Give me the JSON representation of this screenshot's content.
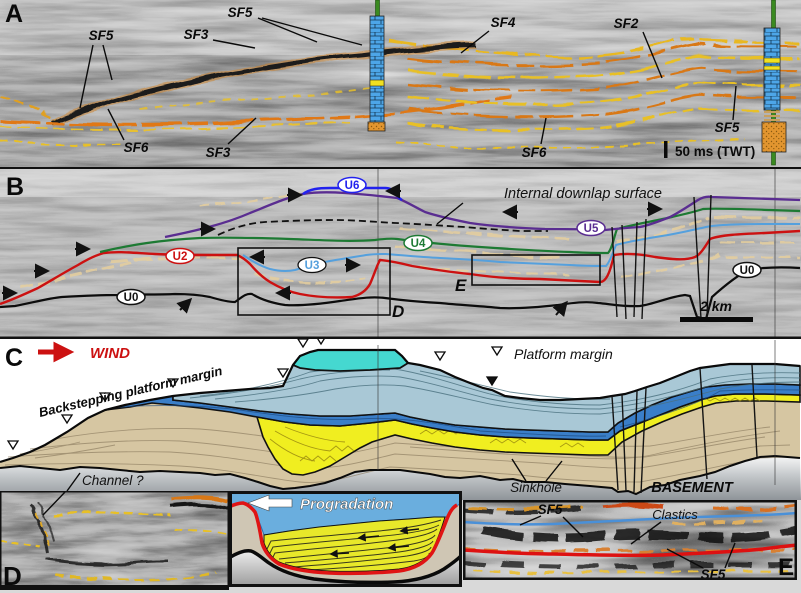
{
  "figure": {
    "panels": {
      "a": {
        "letter": "A",
        "sf": [
          "SF5",
          "SF3",
          "SF5",
          "SF4",
          "SF2",
          "SF6",
          "SF3",
          "SF6",
          "SF5"
        ],
        "scale": "50 ms (TWT)"
      },
      "b": {
        "letter": "B",
        "pills": [
          "U6",
          "U2",
          "U3",
          "U4",
          "U5",
          "U0",
          "U0"
        ],
        "downlap": "Internal downlap surface",
        "box_d": "D",
        "box_e": "E",
        "scale": "2 km"
      },
      "c": {
        "letter": "C",
        "wind": "WIND",
        "backstep": "Backstepping platform margin",
        "legend": "Platform margin",
        "channel": "Channel ?",
        "sinkhole": "Sinkhole",
        "basement": "BASEMENT"
      },
      "d": {
        "letter": "D"
      },
      "inset": {
        "caption": "Progradation"
      },
      "e": {
        "letter": "E",
        "sf_top": "SF5",
        "clastics": "Clastics",
        "sf_bottom": "SF5"
      }
    },
    "colors": {
      "horizon_u0": "#0c0c0c",
      "horizon_u2": "#cc1111",
      "horizon_u3": "#55a0dd",
      "horizon_u4": "#1d7a33",
      "horizon_u5": "#5a2d91",
      "horizon_u6": "#2222ee",
      "seismic_yellow": "#e8c028",
      "seismic_orange": "#d87818",
      "layer_tan": "#d6c6a2",
      "layer_blue": "#3a7ec8",
      "layer_lightblue": "#a9c8d6",
      "layer_cyan": "#45d8d0",
      "layer_yellow": "#f0ee20",
      "limestone_blue": "#4da6e8",
      "sand_orange": "#e2952f",
      "wind_red": "#cc1111"
    }
  }
}
